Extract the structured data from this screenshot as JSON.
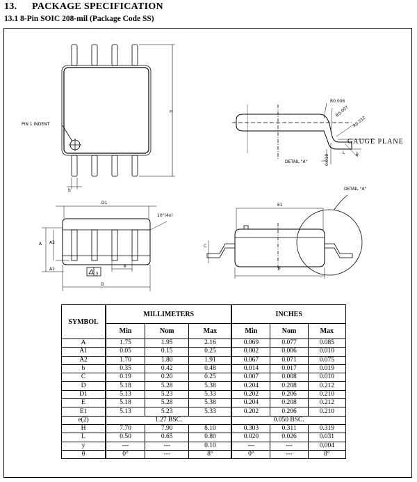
{
  "section": {
    "number": "13.",
    "title": "PACKAGE SPECIFICATION",
    "subtitle": "13.1 8-Pin SOIC 208-mil (Package Code SS)"
  },
  "drawing_labels": {
    "pin1": "PIN 1 INDENT",
    "H": "H",
    "b": "b",
    "D1": "D1",
    "D": "D",
    "A": "A",
    "A2": "A2",
    "A1": "A1",
    "e": "e",
    "y": "y",
    "angle": "10°(4x)",
    "E1": "E1",
    "E": "E",
    "C": "C",
    "detail_a_top": "DETAIL \"A\"",
    "detail_a_side": "DETAIL \"A\"",
    "r006": "R0.006",
    "r007": "R0.007",
    "r012": "R0.012",
    "d010": "0.010",
    "gauge": "GAUGE PLANE",
    "L": "L",
    "theta": "θ"
  },
  "table": {
    "symbol_header": "SYMBOL",
    "mm_header": "MILLIMETERS",
    "in_header": "INCHES",
    "sub_headers": [
      "Min",
      "Nom",
      "Max",
      "Min",
      "Nom",
      "Max"
    ],
    "rows": [
      {
        "symbol": "A",
        "v": [
          "1.75",
          "1.95",
          "2.16",
          "0.069",
          "0.077",
          "0.085"
        ]
      },
      {
        "symbol": "A1",
        "v": [
          "0.05",
          "0.15",
          "0.25",
          "0.002",
          "0.006",
          "0.010"
        ]
      },
      {
        "symbol": "A2",
        "v": [
          "1.70",
          "1.80",
          "1.91",
          "0.067",
          "0.071",
          "0.075"
        ]
      },
      {
        "symbol": "b",
        "v": [
          "0.35",
          "0.42",
          "0.48",
          "0.014",
          "0.017",
          "0.019"
        ]
      },
      {
        "symbol": "C",
        "v": [
          "0.19",
          "0.20",
          "0.25",
          "0.007",
          "0.008",
          "0.010"
        ]
      },
      {
        "symbol": "D",
        "v": [
          "5.18",
          "5.28",
          "5.38",
          "0.204",
          "0.208",
          "0.212"
        ]
      },
      {
        "symbol": "D1",
        "v": [
          "5.13",
          "5.23",
          "5.33",
          "0.202",
          "0.206",
          "0.210"
        ]
      },
      {
        "symbol": "E",
        "v": [
          "5.18",
          "5.28",
          "5.38",
          "0.204",
          "0.208",
          "0.212"
        ]
      },
      {
        "symbol": "E1",
        "v": [
          "5.13",
          "5.23",
          "5.33",
          "0.202",
          "0.206",
          "0.210"
        ]
      },
      {
        "symbol": "e(2)",
        "span": true,
        "mm": "1.27 BSC.",
        "in": "0.050 BSC."
      },
      {
        "symbol": "H",
        "v": [
          "7.70",
          "7.90",
          "8.10",
          "0.303",
          "0.311",
          "0.319"
        ]
      },
      {
        "symbol": "L",
        "v": [
          "0.50",
          "0.65",
          "0.80",
          "0.020",
          "0.026",
          "0.031"
        ]
      },
      {
        "symbol": "y",
        "v": [
          "---",
          "---",
          "0.10",
          "---",
          "---",
          "0.004"
        ]
      },
      {
        "symbol": "θ",
        "v": [
          "0°",
          "---",
          "8°",
          "0°",
          "---",
          "8°"
        ]
      }
    ]
  }
}
